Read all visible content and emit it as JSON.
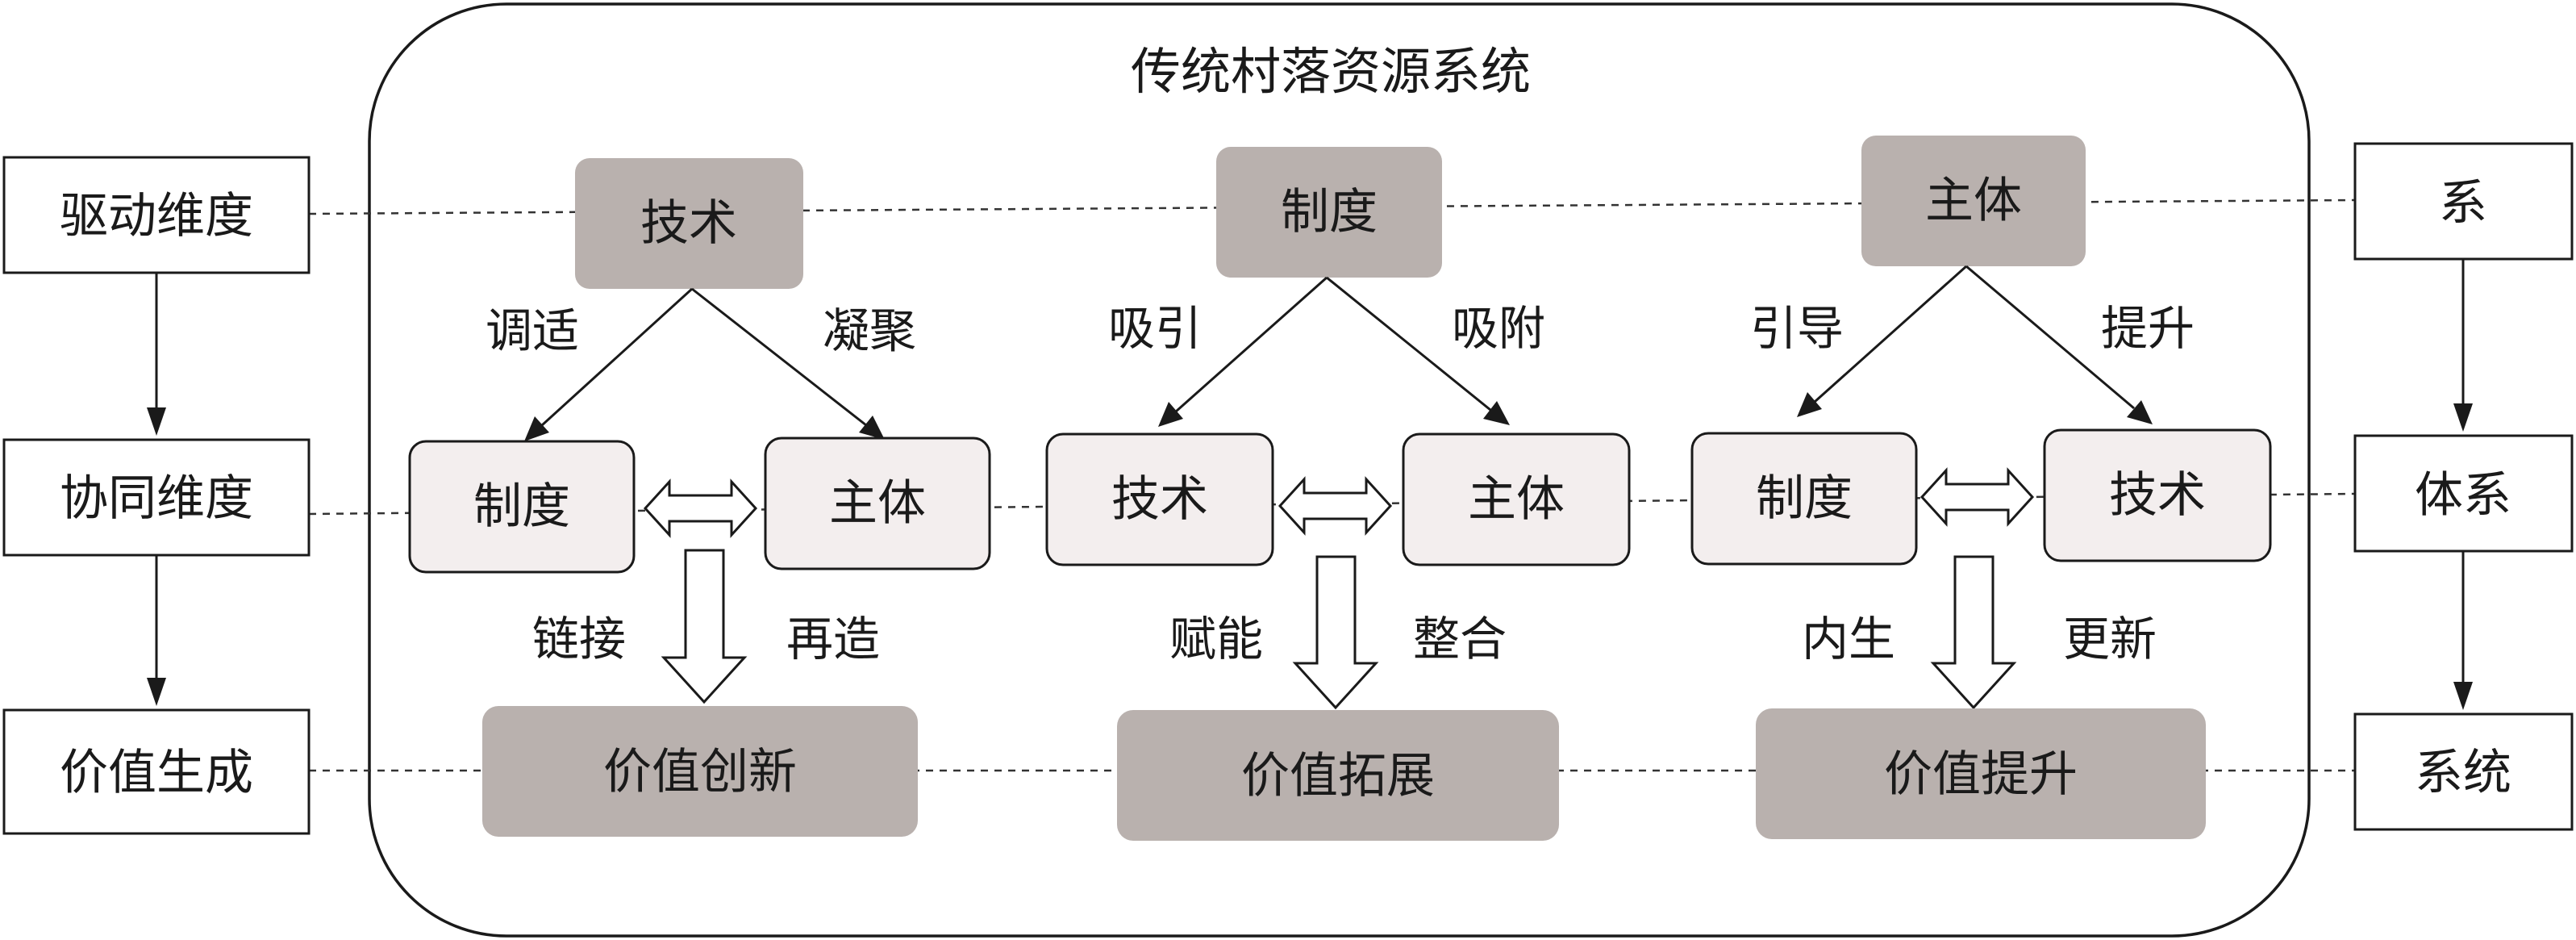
{
  "title": "传统村落资源系统",
  "left_labels": {
    "drive": "驱动维度",
    "synergy": "协同维度",
    "value": "价值生成"
  },
  "right_labels": {
    "top": "系",
    "middle": "体系",
    "bottom": "系统"
  },
  "groups": [
    {
      "driver": "技术",
      "left_verb": "调适",
      "right_verb": "凝聚",
      "pair_left": "制度",
      "pair_right": "主体",
      "down_left": "链接",
      "down_right": "再造",
      "outcome": "价值创新"
    },
    {
      "driver": "制度",
      "left_verb": "吸引",
      "right_verb": "吸附",
      "pair_left": "技术",
      "pair_right": "主体",
      "down_left": "赋能",
      "down_right": "整合",
      "outcome": "价值拓展"
    },
    {
      "driver": "主体",
      "left_verb": "引导",
      "right_verb": "提升",
      "pair_left": "制度",
      "pair_right": "技术",
      "down_left": "内生",
      "down_right": "更新",
      "outcome": "价值提升"
    }
  ],
  "colors": {
    "driver_fill": "#b9b1ae",
    "pair_fill": "#f3eeee",
    "outline": "#1a1a1a"
  }
}
